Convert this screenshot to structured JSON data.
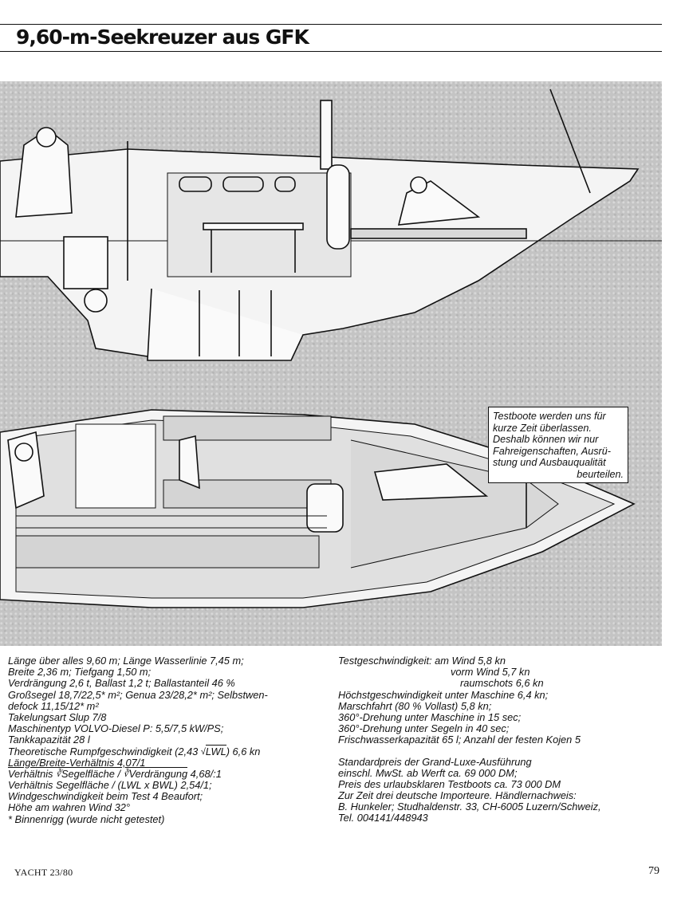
{
  "header": {
    "title": "9,60-m-Seekreuzer aus GFK"
  },
  "illustration": {
    "notice_lines": [
      "Testboote werden uns für",
      "kurze Zeit überlassen.",
      "Deshalb können wir nur",
      "Fahreigenschaften, Ausrü-",
      "stung und Ausbauqualität",
      "beurteilen."
    ]
  },
  "specs_left": {
    "l1": "Länge über alles 9,60 m; Länge Wasserlinie 7,45 m;",
    "l2": "Breite 2,36 m; Tiefgang 1,50 m;",
    "l3": "Verdrängung 2,6 t, Ballast 1,2 t; Ballastanteil 46 %",
    "l4": "Großsegel 18,7/22,5* m²; Genua 23/28,2* m²; Selbstwen-",
    "l5": "defock 11,15/12* m²",
    "l6": "Takelungsart Slup 7/8",
    "l7": "Maschinentyp VOLVO-Diesel P: 5,5/7,5 kW/PS;",
    "l8": "Tankkapazität 28 l",
    "l9a": "Theoretische Rumpfgeschwindigkeit (2,43 ",
    "l9root": "√",
    "l9b": "LWL",
    "l9c": ") 6,6 kn",
    "l10": "Länge/Breite-Verhältnis 4,07/1",
    "l11a": "Verhältnis ",
    "l11root1": "∛",
    "l11b": "Segelfläche",
    "l11c": " / ",
    "l11root2": "∛",
    "l11d": "Verdrängung",
    "l11e": " 4,68/:1",
    "l12": "Verhältnis Segelfläche / (LWL x BWL) 2,54/1;",
    "l13": "Windgeschwindigkeit beim Test 4 Beaufort;",
    "l14": "Höhe am wahren Wind 32°",
    "l15": "* Binnenrigg (wurde nicht getestet)"
  },
  "specs_right": {
    "r1": "Testgeschwindigkeit: am Wind 5,8 kn",
    "r2": "vorm Wind 5,7 kn",
    "r3": "raumschots 6,6 kn",
    "r4": "Höchstgeschwindigkeit unter Maschine 6,4 kn;",
    "r5": "Marschfahrt (80 % Vollast) 5,8 kn;",
    "r6": "360°-Drehung unter Maschine in 15 sec;",
    "r7": "360°-Drehung unter Segeln in 40 sec;",
    "r8": "Frischwasserkapazität 65 l; Anzahl der festen Kojen 5",
    "r9": "Standardpreis der Grand-Luxe-Ausführung",
    "r10": "einschl. MwSt. ab Werft ca. 69 000 DM;",
    "r11": "Preis des urlaubsklaren Testboots ca. 73 000 DM",
    "r12": "Zur Zeit drei deutsche Importeure. Händlernachweis:",
    "r13": "B. Hunkeler; Studhaldenstr. 33, CH-6005 Luzern/Schweiz,",
    "r14": "Tel. 004141/448943"
  },
  "footer": {
    "magazine": "YACHT 23/80",
    "page_number": "79"
  }
}
